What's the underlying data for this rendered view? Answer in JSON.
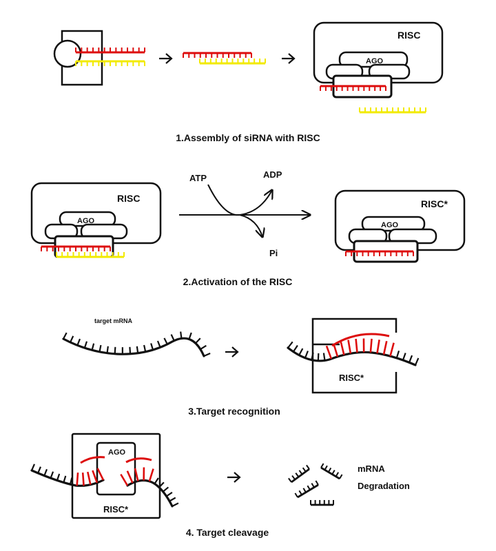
{
  "colors": {
    "stroke": "#111111",
    "sirna_guide": "#dd0d0d",
    "sirna_passenger": "#f2ea00",
    "background": "#ffffff"
  },
  "step1": {
    "caption": "1.Assembly of siRNA with RISC",
    "risc_label": "RISC",
    "ago_label": "AGO"
  },
  "step2": {
    "caption": "2.Activation of the RISC",
    "risc_label": "RISC",
    "ago_label": "AGO",
    "atp": "ATP",
    "adp": "ADP",
    "pi": "Pi",
    "risc_active_label": "RISC*",
    "ago_label_right": "AGO"
  },
  "step3": {
    "caption": "3.Target recognition",
    "mrna_label": "target mRNA",
    "risc_label": "RISC*"
  },
  "step4": {
    "caption": "4. Target cleavage",
    "ago_label": "AGO",
    "risc_label": "RISC*",
    "result_line1": "mRNA",
    "result_line2": "Degradation"
  },
  "icons": [
    "arrow-right-icon",
    "dicer-icon"
  ]
}
